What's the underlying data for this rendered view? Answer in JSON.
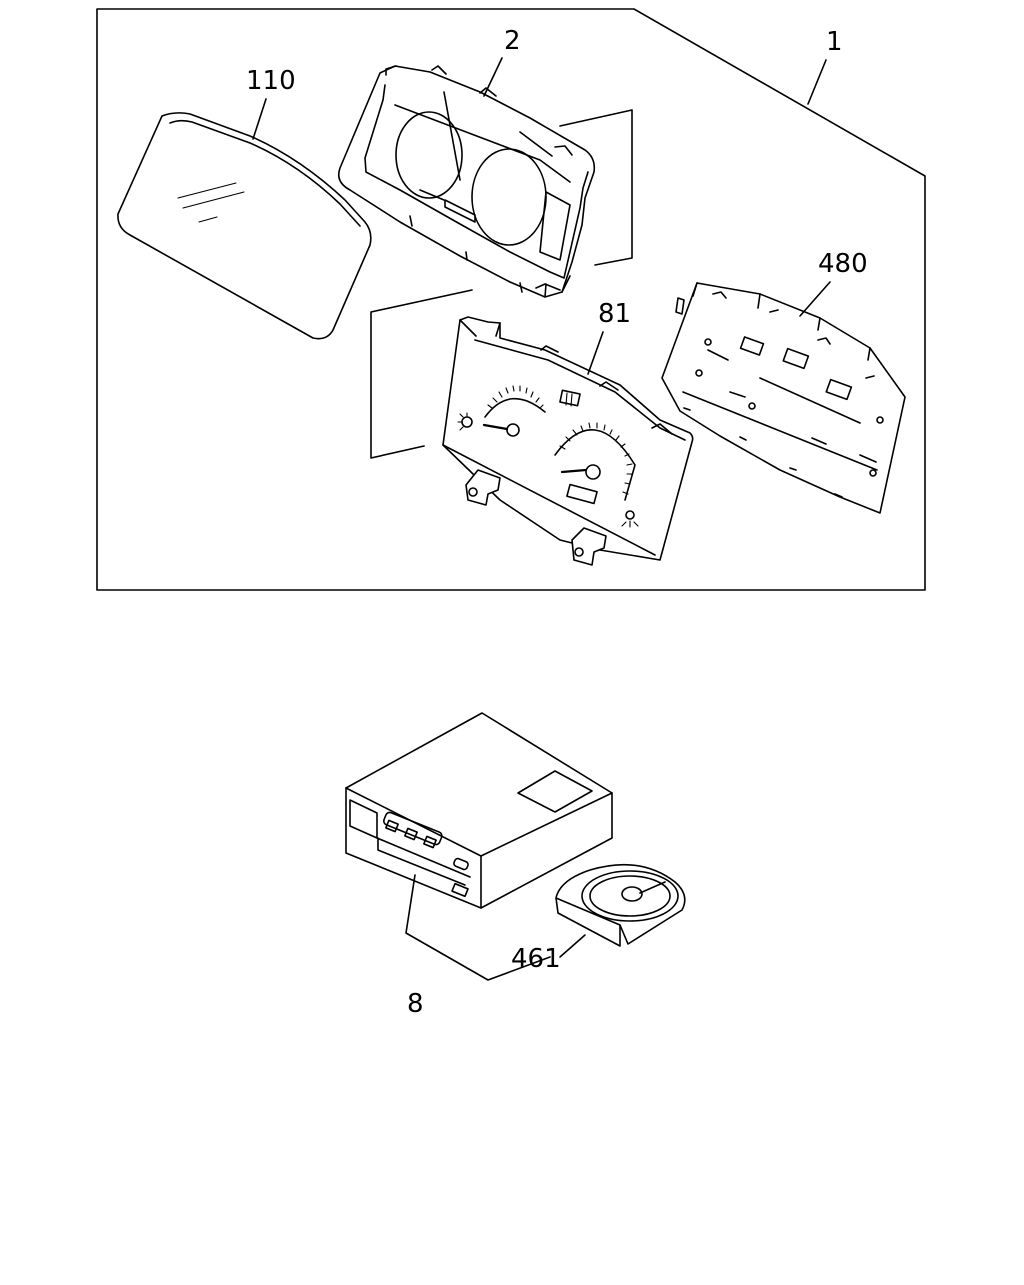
{
  "callouts": {
    "assembly": "1",
    "housing": "2",
    "lens": "110",
    "dial_face": "81",
    "circuit_board": "480",
    "audio_unit": "8",
    "disc_tray": "461"
  }
}
